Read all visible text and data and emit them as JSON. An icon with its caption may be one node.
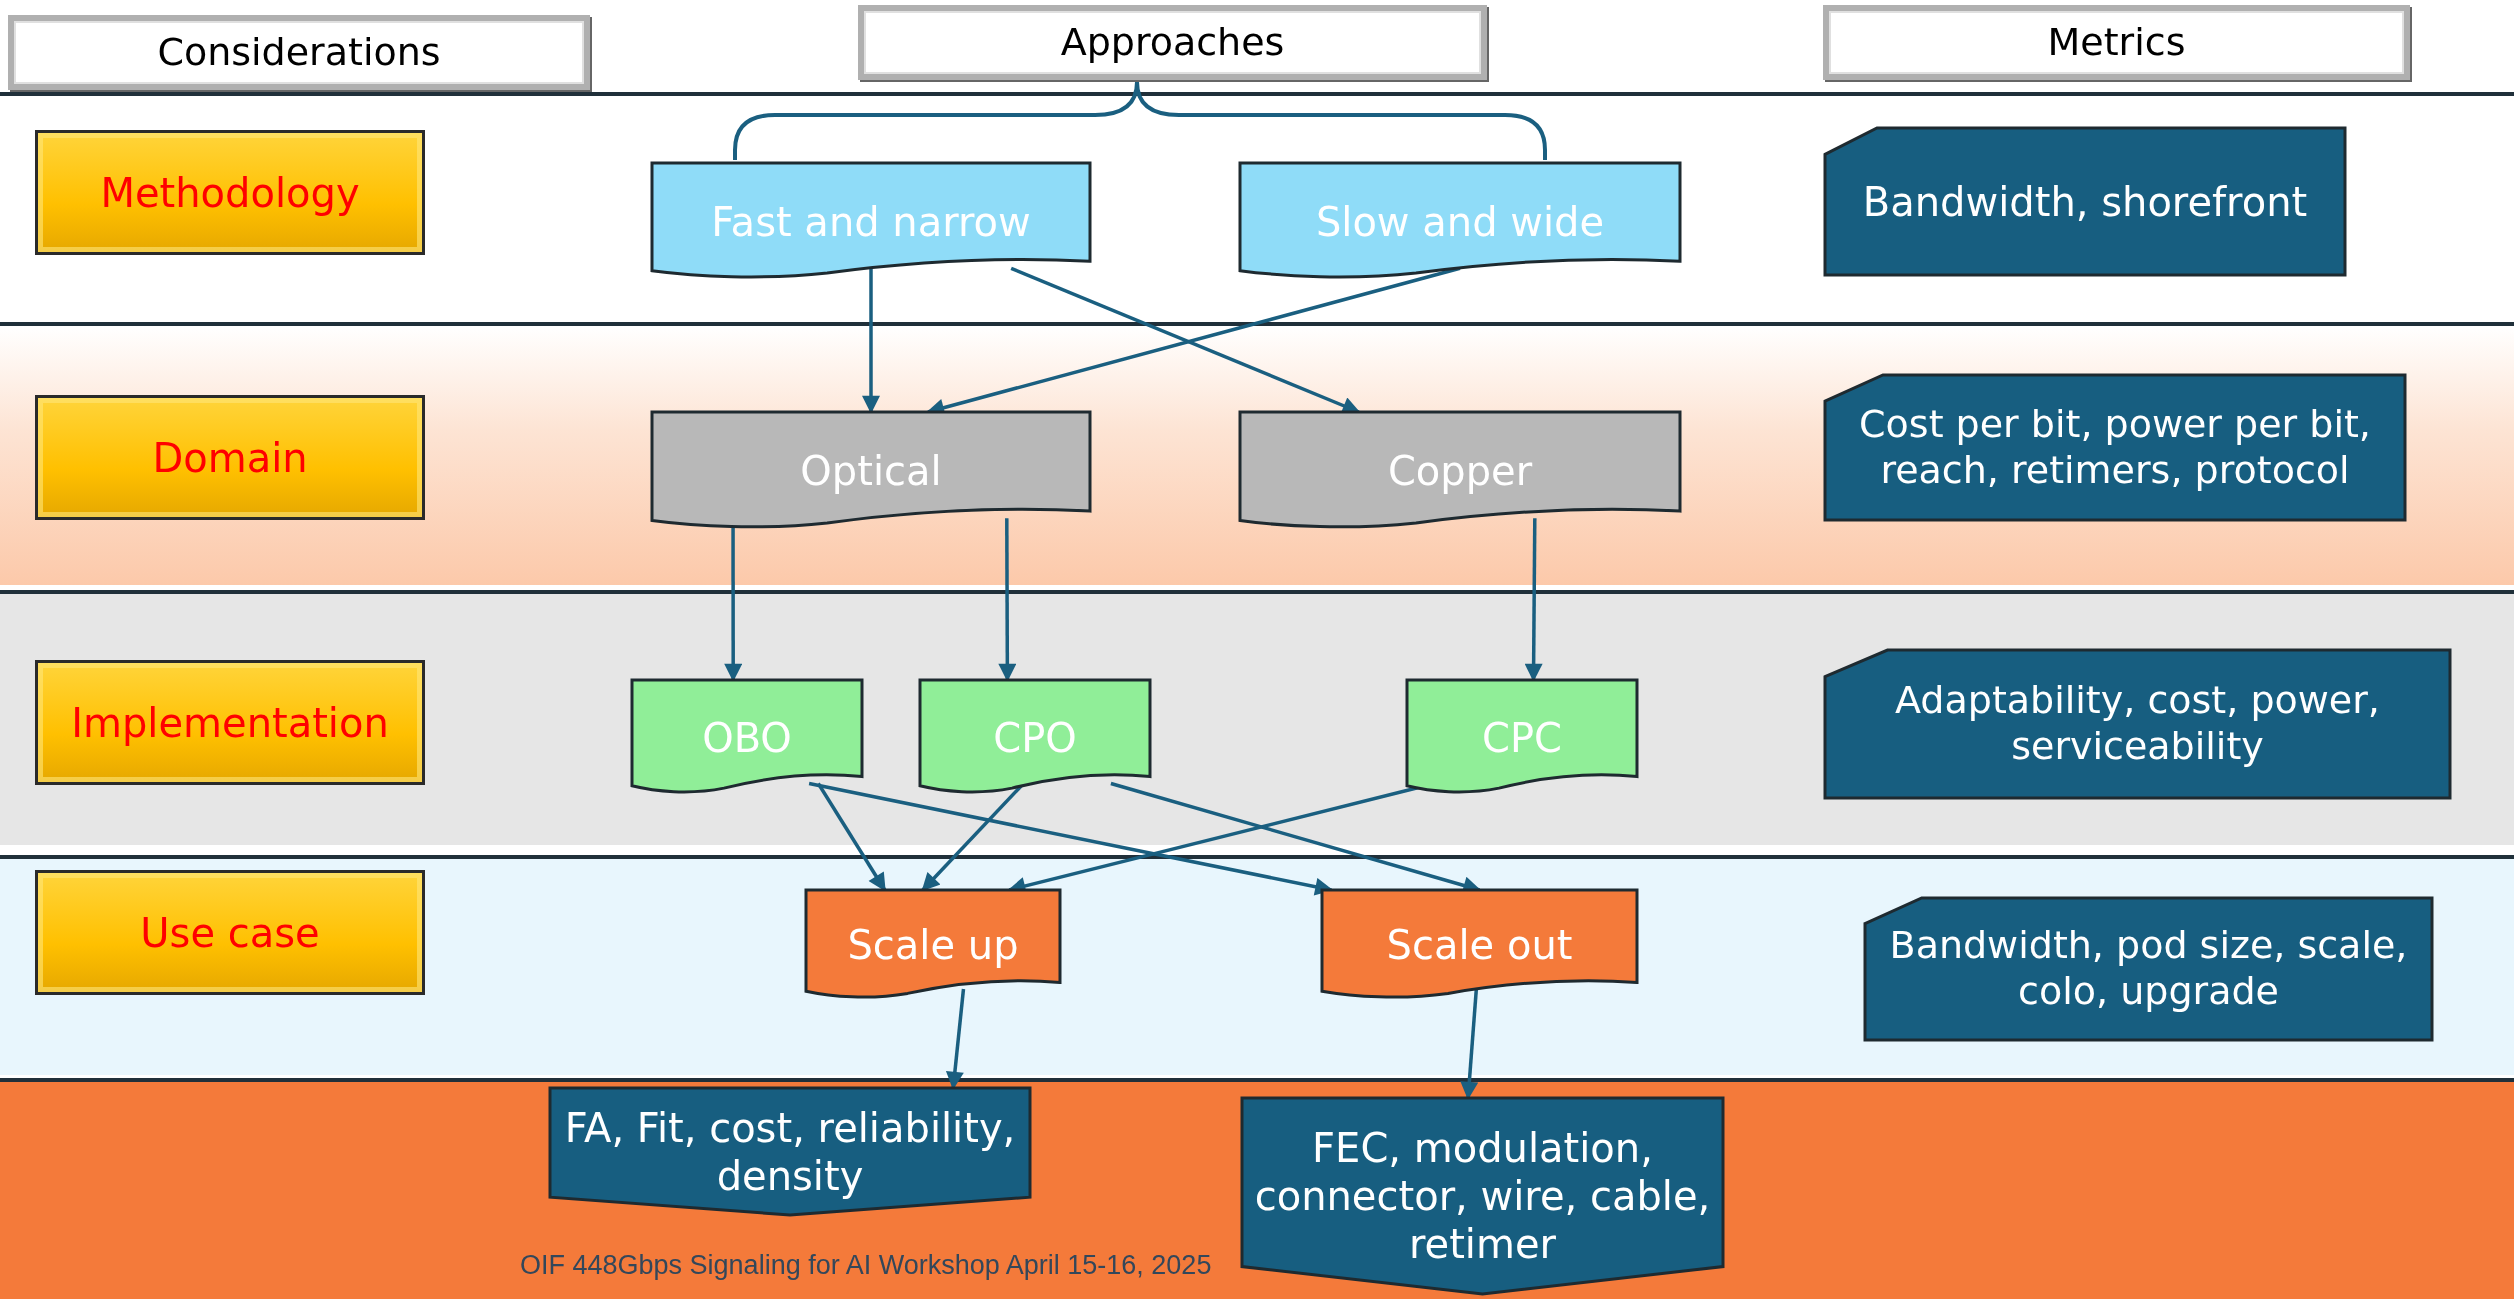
{
  "diagram": {
    "nodes": [
      {
        "text": [
          "Considerations"
        ]
      },
      {
        "text": [
          "Approaches"
        ]
      },
      {
        "text": [
          "Metrics"
        ]
      },
      {
        "text": [
          "Methodology"
        ]
      },
      {
        "text": [
          "Fast and narrow"
        ]
      },
      {
        "text": [
          "Slow and wide"
        ]
      },
      {
        "text": [
          "Bandwidth, shorefront"
        ]
      },
      {
        "text": [
          "Domain"
        ]
      },
      {
        "text": [
          "Optical"
        ]
      },
      {
        "text": [
          "Copper"
        ]
      },
      {
        "text": [
          "Cost per bit, power per bit, reach, retimers, protocol"
        ]
      },
      {
        "text": [
          "Implementation"
        ]
      },
      {
        "text": [
          "OBO"
        ]
      },
      {
        "text": [
          "CPO"
        ]
      },
      {
        "text": [
          "CPC"
        ]
      },
      {
        "text": [
          "Adaptability, cost, power, serviceability"
        ]
      },
      {
        "text": [
          "Use case"
        ]
      },
      {
        "text": [
          "Scale up"
        ]
      },
      {
        "text": [
          "Scale out"
        ]
      },
      {
        "text": [
          "Bandwidth, pod size, scale, colo, upgrade"
        ]
      },
      {
        "text": [
          "FA, Fit, cost, reliability, density"
        ]
      },
      {
        "text": [
          "FEC, modulation, connector, wire, cable, retimer"
        ]
      }
    ],
    "edges": [
      {
        "from": 4,
        "to": 8,
        "arrow": "to"
      },
      {
        "from": 4,
        "to": 9,
        "arrow": "to"
      },
      {
        "from": 5,
        "to": 8,
        "arrow": "to"
      },
      {
        "from": 8,
        "to": 12,
        "arrow": "to"
      },
      {
        "from": 8,
        "to": 13,
        "arrow": "to"
      },
      {
        "from": 9,
        "to": 14,
        "arrow": "to"
      },
      {
        "from": 12,
        "to": 17,
        "arrow": "to"
      },
      {
        "from": 12,
        "to": 18,
        "arrow": "to"
      },
      {
        "from": 13,
        "to": 17,
        "arrow": "to"
      },
      {
        "from": 13,
        "to": 18,
        "arrow": "to"
      },
      {
        "from": 14,
        "to": 17,
        "arrow": "to"
      },
      {
        "from": 17,
        "to": 20,
        "arrow": "to"
      },
      {
        "from": 18,
        "to": 21,
        "arrow": "to"
      }
    ],
    "labels": [
      "OIF 448Gbps Signaling for AI Workshop April 15-16, 2025"
    ]
  }
}
